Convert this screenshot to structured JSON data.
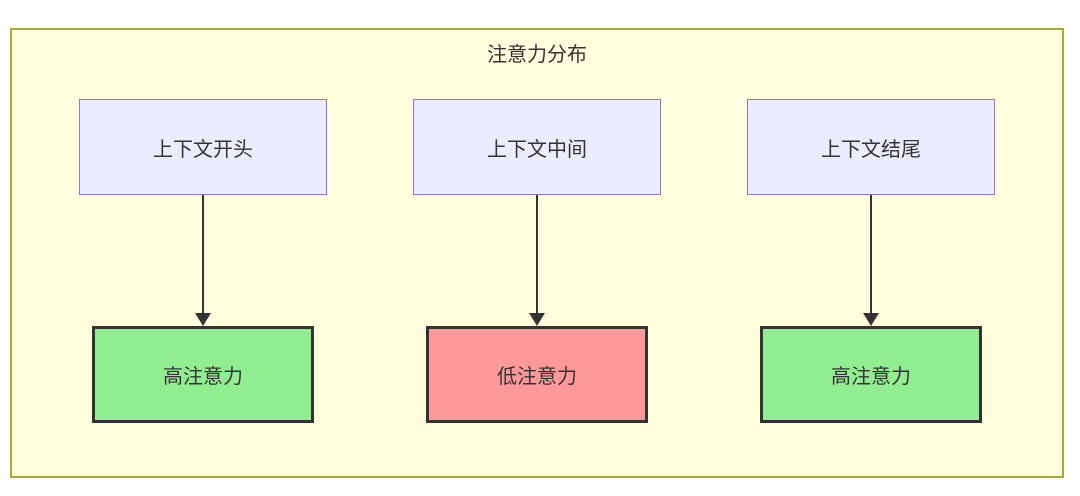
{
  "diagram": {
    "title": "注意力分布",
    "columns": [
      {
        "source": "上下文开头",
        "target": "高注意力",
        "target_type": "high"
      },
      {
        "source": "上下文中间",
        "target": "低注意力",
        "target_type": "low"
      },
      {
        "source": "上下文结尾",
        "target": "高注意力",
        "target_type": "high"
      }
    ],
    "colors": {
      "container_bg": "#ffffde",
      "container_border": "#aaaa33",
      "source_bg": "#ECECFF",
      "source_border": "#9370DB",
      "high_attention_bg": "#90EE90",
      "low_attention_bg": "#FF9999",
      "target_border": "#333333",
      "arrow": "#333333",
      "text": "#333333"
    }
  }
}
